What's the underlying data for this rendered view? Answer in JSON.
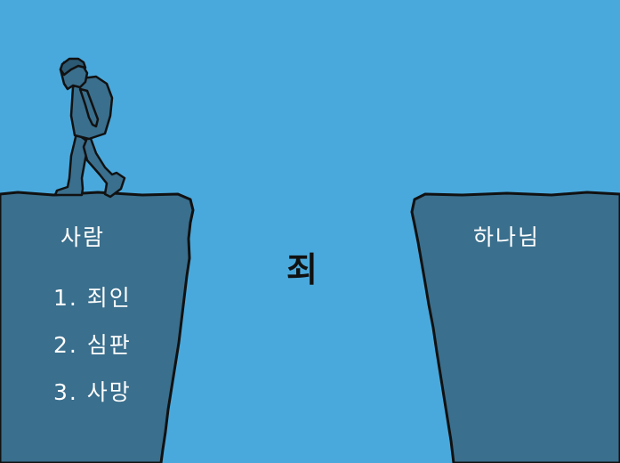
{
  "left_cliff": {
    "title": "사람",
    "items": [
      "1. 죄인",
      "2. 심판",
      "3. 사망"
    ]
  },
  "gap": {
    "label": "죄"
  },
  "right_cliff": {
    "title": "하나님"
  },
  "colors": {
    "sky": "#4aa9dc",
    "cliff": "#3a6f8d",
    "person": "#3a6f8d",
    "outline": "#111111",
    "text_on_cliff": "#ffffff",
    "gap_text": "#111111"
  }
}
